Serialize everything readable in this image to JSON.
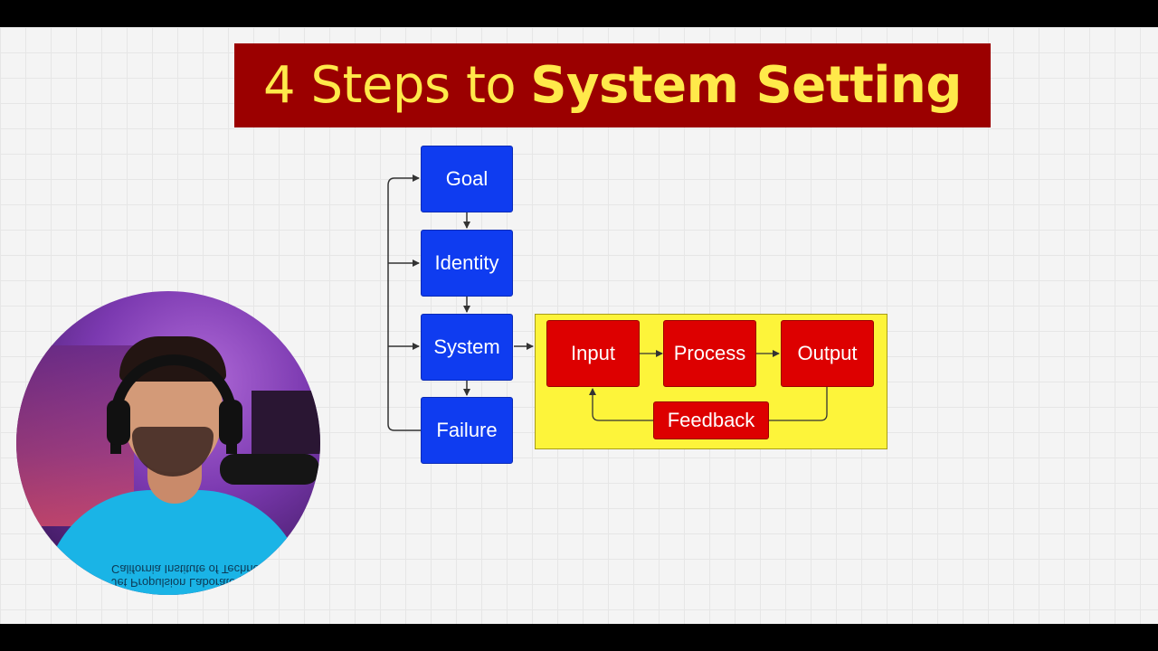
{
  "title": {
    "regular": "4 Steps to",
    "bold": "System Setting"
  },
  "steps": [
    {
      "label": "Goal"
    },
    {
      "label": "Identity"
    },
    {
      "label": "System"
    },
    {
      "label": "Failure"
    }
  ],
  "system_loop": {
    "input": "Input",
    "process": "Process",
    "output": "Output",
    "feedback": "Feedback"
  },
  "colors": {
    "banner_bg": "#9b0000",
    "banner_text": "#ffe94a",
    "step_box": "#0f3cf0",
    "loop_box": "#dd0000",
    "loop_panel": "#fdf43a"
  },
  "presenter": {
    "shirt_text_line1": "Jet Propulsion Laboratory",
    "shirt_text_line2": "California Institute of Technology"
  }
}
